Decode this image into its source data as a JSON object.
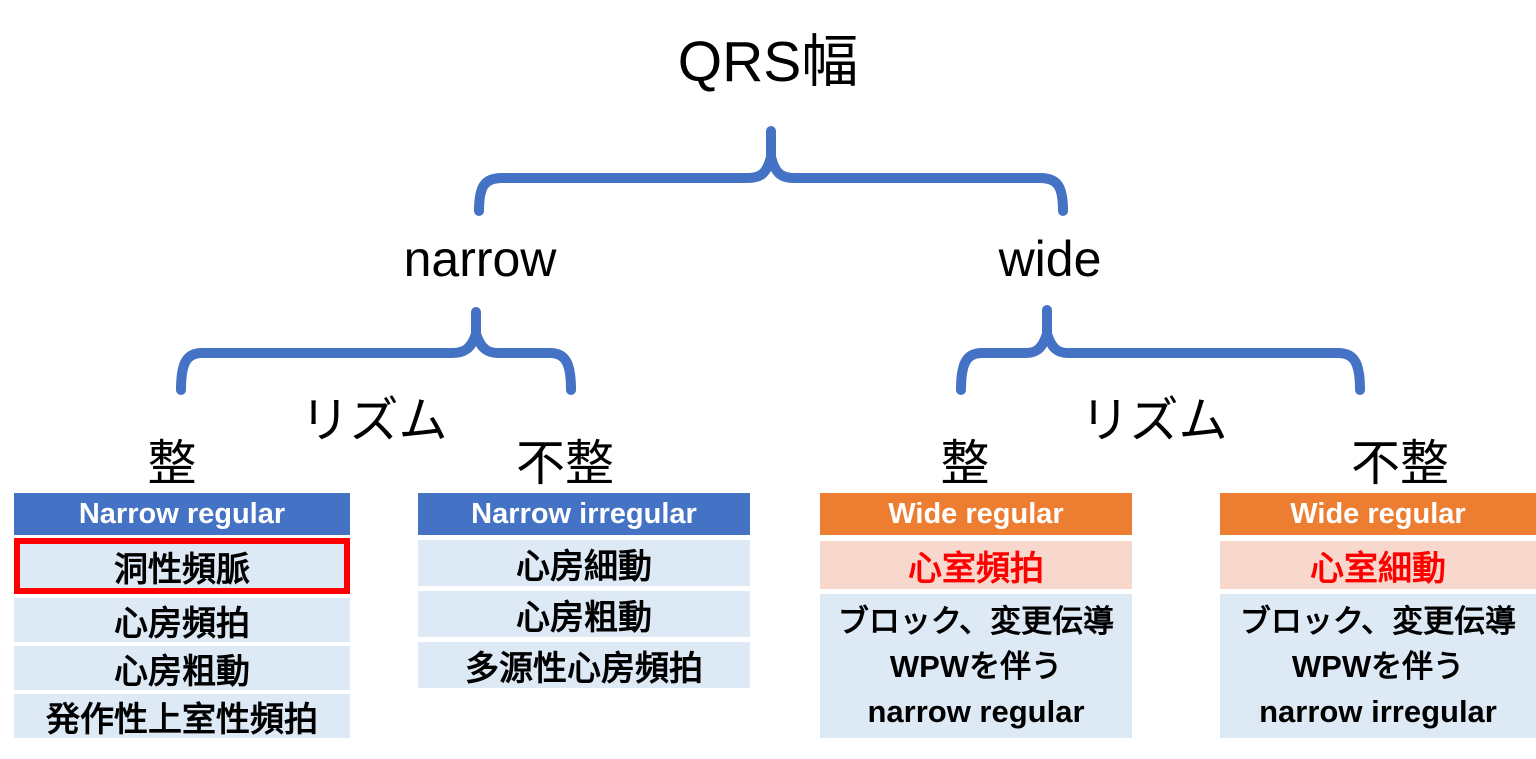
{
  "title": "QRS幅",
  "colors": {
    "brace_blue": "#4472C4",
    "blue_header_bg": "#4472C4",
    "orange_header_bg": "#ED7D31",
    "light_blue_row_bg": "#DDE9F5",
    "light_orange_row_bg": "#F8D8CC",
    "highlight_border": "#FF0000",
    "danger_text": "#FF0000",
    "header_text": "#FFFFFF",
    "body_text": "#000000"
  },
  "branches": {
    "narrow": {
      "label": "narrow",
      "rhythm": "リズム",
      "regular": "整",
      "irregular": "不整"
    },
    "wide": {
      "label": "wide",
      "rhythm": "リズム",
      "regular": "整",
      "irregular": "不整"
    }
  },
  "tables": [
    {
      "header": "Narrow regular",
      "style": "blue",
      "rows": [
        {
          "text": "洞性頻脈",
          "highlighted": true
        },
        {
          "text": "心房頻拍"
        },
        {
          "text": "心房粗動"
        },
        {
          "text": "発作性上室性頻拍"
        }
      ]
    },
    {
      "header": "Narrow irregular",
      "style": "blue",
      "rows": [
        {
          "text": "心房細動"
        },
        {
          "text": "心房粗動"
        },
        {
          "text": "多源性心房頻拍"
        }
      ]
    },
    {
      "header": "Wide regular",
      "style": "orange",
      "rows": [
        {
          "text": "心室頻拍",
          "emphasis": "red"
        },
        {
          "text": "ブロック、変更伝導\nWPWを伴う\nnarrow regular",
          "multiline": true
        }
      ]
    },
    {
      "header": "Wide regular",
      "style": "orange",
      "rows": [
        {
          "text": "心室細動",
          "emphasis": "red"
        },
        {
          "text": "ブロック、変更伝導\nWPWを伴う\nnarrow irregular",
          "multiline": true
        }
      ]
    }
  ]
}
